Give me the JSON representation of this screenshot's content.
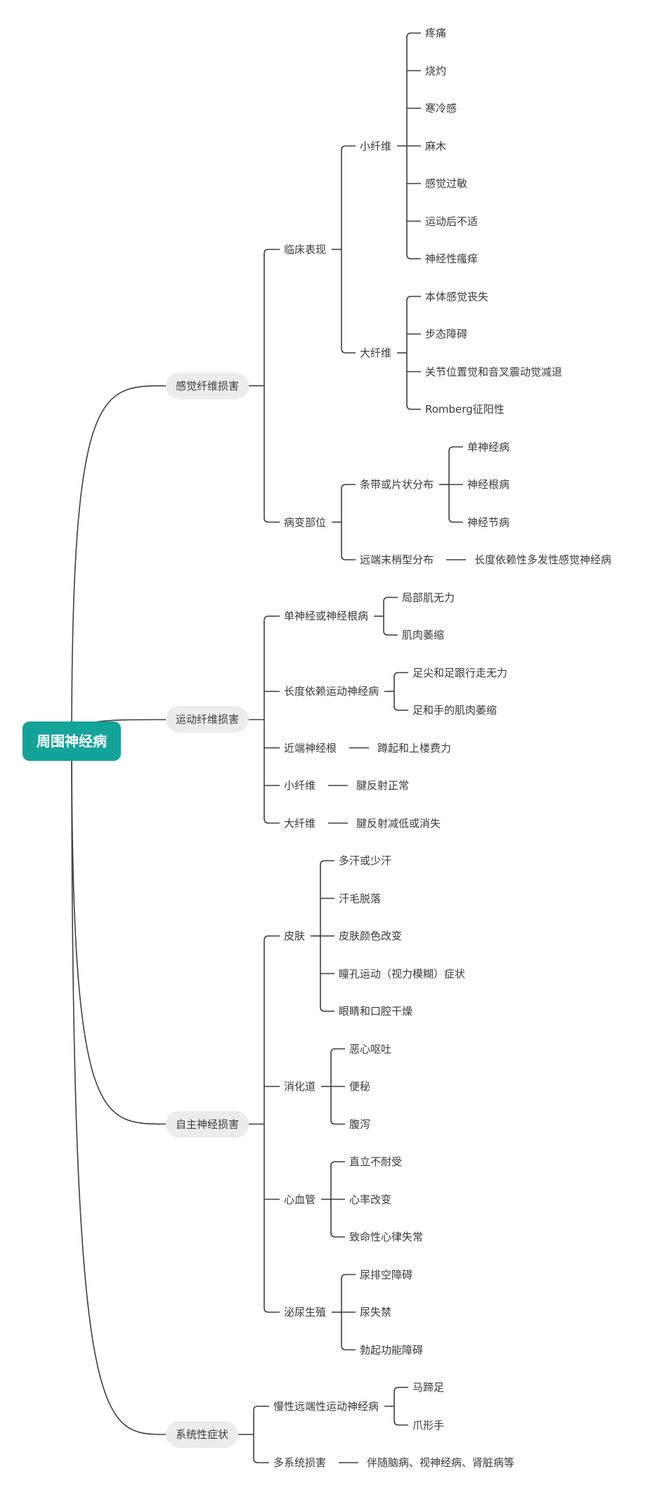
{
  "root": "周围神经病",
  "branches": [
    {
      "label": "感觉纤维损害",
      "children": [
        {
          "label": "临床表现",
          "children": [
            {
              "label": "小纤维",
              "children": [
                "疼痛",
                "烧灼",
                "寒冷感",
                "麻木",
                "感觉过敏",
                "运动后不适",
                "神经性瘙痒"
              ]
            },
            {
              "label": "大纤维",
              "children": [
                "本体感觉丧失",
                "步态障碍",
                "关节位置觉和音叉震动觉减退",
                "Romberg征阳性"
              ]
            }
          ]
        },
        {
          "label": "病变部位",
          "children": [
            {
              "label": "条带或片状分布",
              "children": [
                "单神经病",
                "神经根病",
                "神经节病"
              ]
            },
            {
              "label": "远端末梢型分布",
              "children": [
                "长度依赖性多发性感觉神经病"
              ]
            }
          ]
        }
      ]
    },
    {
      "label": "运动纤维损害",
      "children": [
        {
          "label": "单神经或神经根病",
          "children": [
            "局部肌无力",
            "肌肉萎缩"
          ]
        },
        {
          "label": "长度依赖运动神经病",
          "children": [
            "足尖和足跟行走无力",
            "足和手的肌肉萎缩"
          ]
        },
        {
          "label": "近端神经根",
          "children": [
            "蹲起和上楼费力"
          ]
        },
        {
          "label": "小纤维",
          "children": [
            "腱反射正常"
          ]
        },
        {
          "label": "大纤维",
          "children": [
            "腱反射减低或消失"
          ]
        }
      ]
    },
    {
      "label": "自主神经损害",
      "children": [
        {
          "label": "皮肤",
          "children": [
            "多汗或少汗",
            "汗毛脱落",
            "皮肤颜色改变",
            "瞳孔运动（视力模糊）症状",
            "眼睛和口腔干燥"
          ]
        },
        {
          "label": "消化道",
          "children": [
            "恶心呕吐",
            "便秘",
            "腹泻"
          ]
        },
        {
          "label": "心血管",
          "children": [
            "直立不耐受",
            "心率改变",
            "致命性心律失常"
          ]
        },
        {
          "label": "泌尿生殖",
          "children": [
            "尿排空障碍",
            "尿失禁",
            "勃起功能障碍"
          ]
        }
      ]
    },
    {
      "label": "系统性症状",
      "children": [
        {
          "label": "慢性远端性运动神经病",
          "children": [
            "马蹄足",
            "爪形手"
          ]
        },
        {
          "label": "多系统损害",
          "children": [
            "伴随脑病、视神经病、肾脏病等"
          ]
        }
      ]
    }
  ],
  "colors": {
    "root_bg": "#13a398",
    "line": "#3f3f3f",
    "l1_bg": "#ececec",
    "text": "#3a3a3a"
  }
}
